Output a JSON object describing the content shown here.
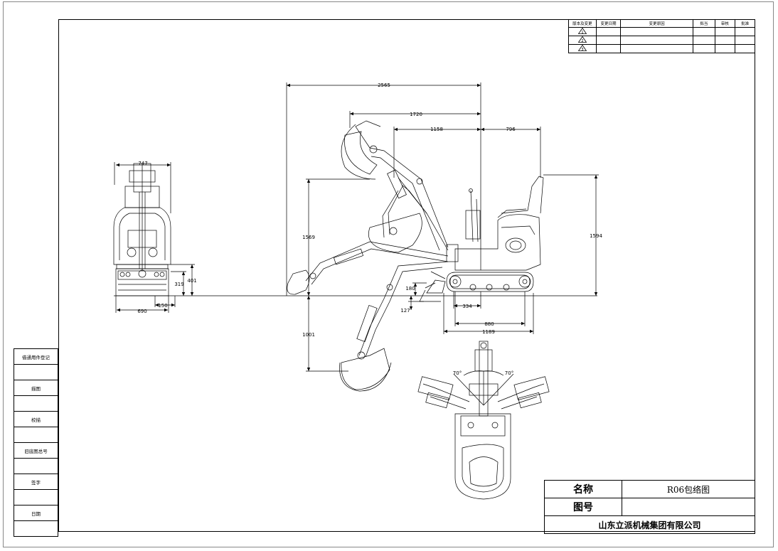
{
  "side_table": {
    "rows": [
      "借通用件登记",
      "",
      "描图",
      "",
      "校描",
      "",
      "旧底图总号",
      "",
      "签字",
      "",
      "日期",
      ""
    ]
  },
  "revision_table": {
    "headers": [
      "版本及变更",
      "变更日期",
      "变更原因",
      "拟当",
      "审核",
      "批准"
    ],
    "marks": [
      "1",
      "2",
      "3"
    ]
  },
  "title_block": {
    "name_label": "名称",
    "name_value": "R06包络图",
    "drawing_no_label": "图号",
    "drawing_no_value": "",
    "company": "山东立派机械集团有限公司"
  },
  "dimensions": {
    "front_width_top": "747",
    "front_width_bottom": "690",
    "front_blade_width": "150",
    "front_height_a": "319",
    "front_height_b": "401",
    "max_reach": "2565",
    "reach_mid": "1720",
    "reach_inner": "1158",
    "rear_overhang": "796",
    "dig_height_left": "1569",
    "cabin_height": "1594",
    "dig_depth": "1001",
    "blade_lift": "180",
    "blade_drop": "127",
    "track_width": "334",
    "tumbler_distance": "880",
    "track_length": "1189",
    "swing_left": "70°",
    "swing_right": "70°"
  }
}
